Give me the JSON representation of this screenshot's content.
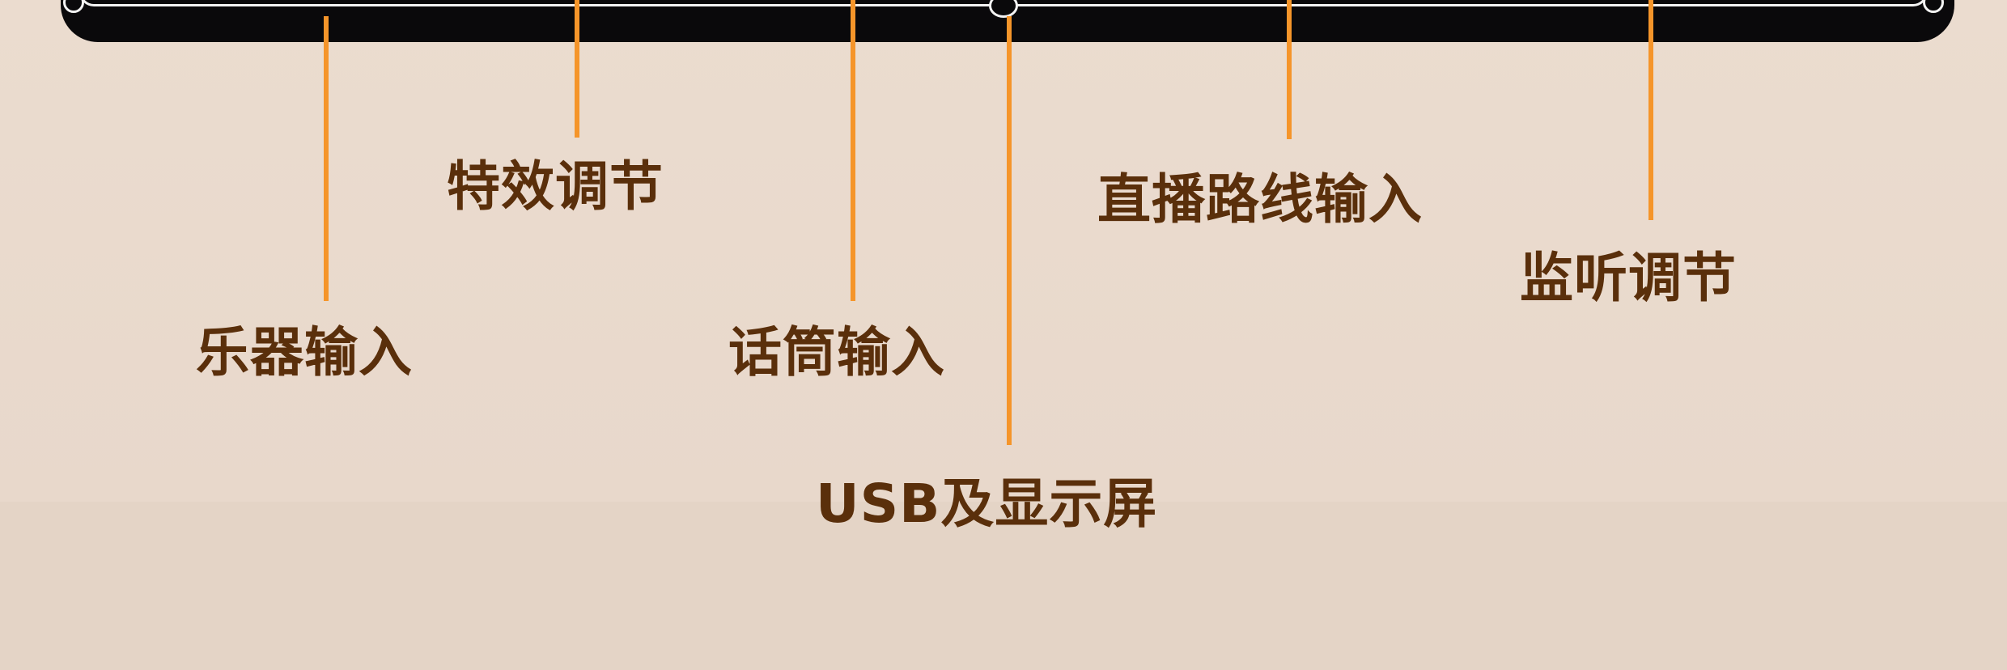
{
  "labels": {
    "instrument_input": "乐器输入",
    "effect_adjust": "特效调节",
    "mic_input": "话筒输入",
    "usb_display": "USB及显示屏",
    "live_line_input": "直播路线输入",
    "monitor_adjust": "监听调节"
  },
  "colors": {
    "label_text": "#5a2f0b",
    "leader_line": "#f5952a",
    "device_body": "#0a090b",
    "background": "#e9dbcf"
  }
}
